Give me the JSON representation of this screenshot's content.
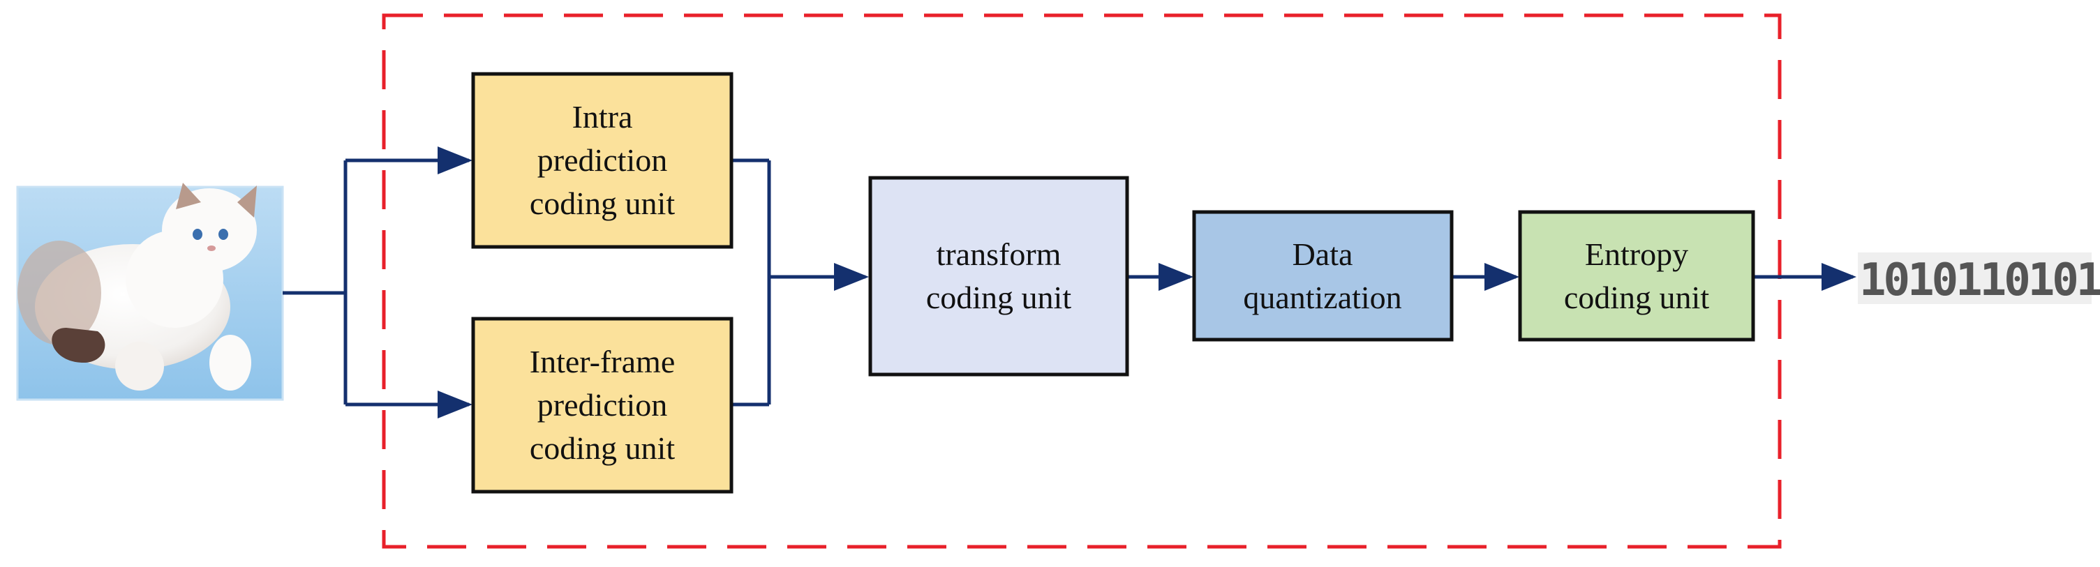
{
  "blocks": {
    "intra": {
      "lines": [
        "Intra",
        "prediction",
        "coding unit"
      ]
    },
    "inter": {
      "lines": [
        "Inter-frame",
        "prediction",
        "coding unit"
      ]
    },
    "transform": {
      "lines": [
        "transform",
        "coding unit"
      ]
    },
    "quantization": {
      "lines": [
        "Data",
        "quantization"
      ]
    },
    "entropy": {
      "lines": [
        "Entropy",
        "coding unit"
      ]
    }
  },
  "bitstream": {
    "text": "1010110101"
  },
  "input_image": {
    "subject": "white ragdoll kitten on blue background"
  },
  "colors": {
    "prediction_fill": "#fbe19b",
    "transform_fill": "#dde3f4",
    "quantization_fill": "#a8c6e6",
    "entropy_fill": "#c8e2b2",
    "arrow": "#14306e",
    "dashed_boundary": "#e8202a",
    "image_background": "#a9d2ef"
  }
}
